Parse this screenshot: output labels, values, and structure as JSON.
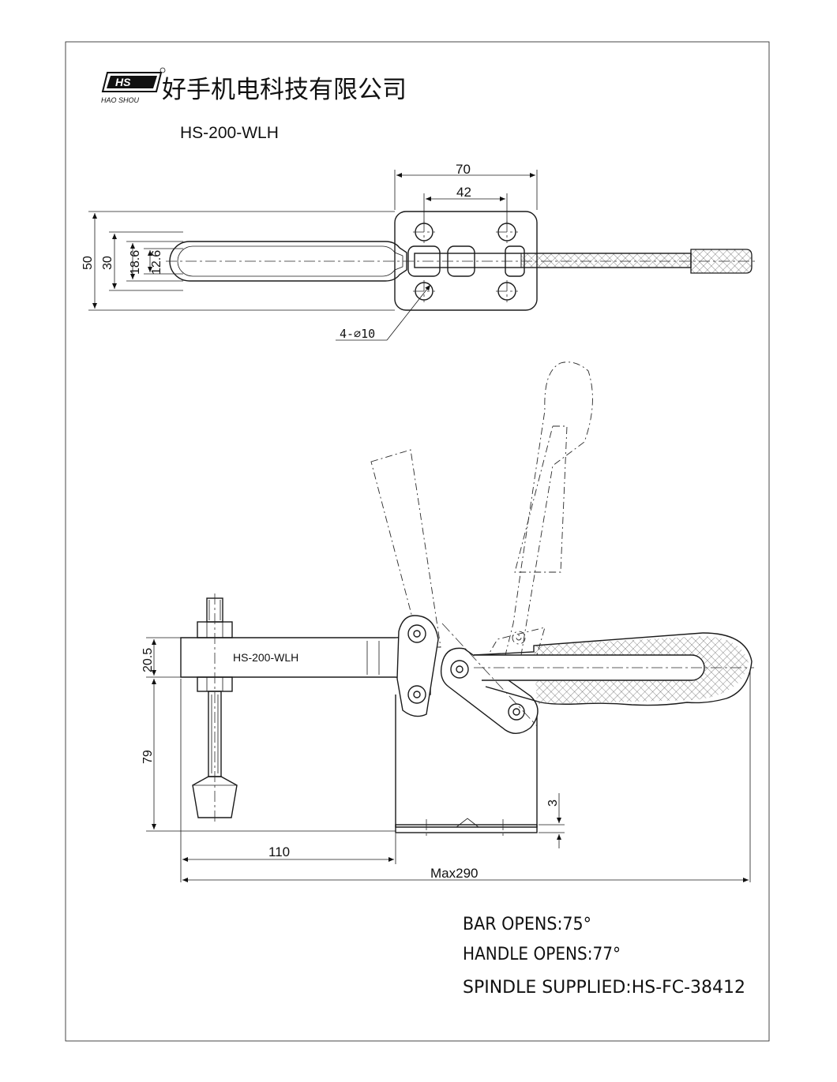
{
  "company": {
    "logo_text": "HS",
    "logo_sub": "HAO SHOU",
    "name": "好手机电科技有限公司"
  },
  "model": "HS-200-WLH",
  "top_view": {
    "dims": {
      "overall_width": "70",
      "hole_spacing": "42",
      "height_50": "50",
      "height_30": "30",
      "height_18_6": "18.6",
      "height_12_6": "12.6",
      "holes": "4-⌀10"
    }
  },
  "side_view": {
    "bar_label": "HS-200-WLH",
    "dims": {
      "bar_thickness": "20.5",
      "height_79": "79",
      "base_3": "3",
      "reach_110": "110",
      "max_length": "Max290"
    }
  },
  "notes": [
    "BAR OPENS:75°",
    "HANDLE OPENS:77°",
    "SPINDLE SUPPLIED:HS-FC-38412"
  ]
}
